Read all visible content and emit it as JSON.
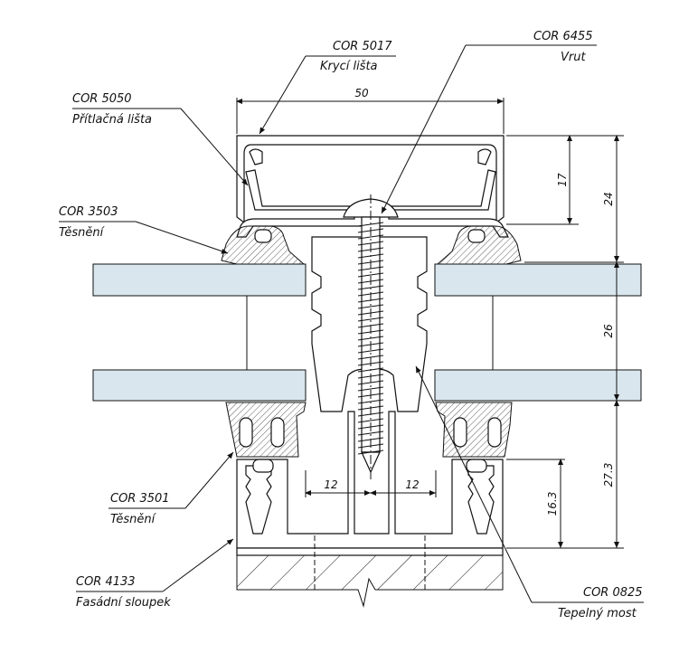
{
  "labels": {
    "cor5017": {
      "code": "COR 5017",
      "name": "Krycí lišta"
    },
    "cor6455": {
      "code": "COR 6455",
      "name": "Vrut"
    },
    "cor5050": {
      "code": "COR 5050",
      "name": "Přítlačná lišta"
    },
    "cor3503": {
      "code": "COR 3503",
      "name": "Těsnění"
    },
    "cor3501": {
      "code": "COR 3501",
      "name": "Těsnění"
    },
    "cor4133": {
      "code": "COR 4133",
      "name": "Fasádní sloupek"
    },
    "cor0825": {
      "code": "COR 0825",
      "name": "Tepelný most"
    }
  },
  "dimensions": {
    "width_top": "50",
    "cap_height": "17",
    "top_height": "24",
    "glass_gap": "26",
    "bottom_height": "27.3",
    "inner_height": "16.3",
    "left_half": "12",
    "right_half": "12"
  }
}
